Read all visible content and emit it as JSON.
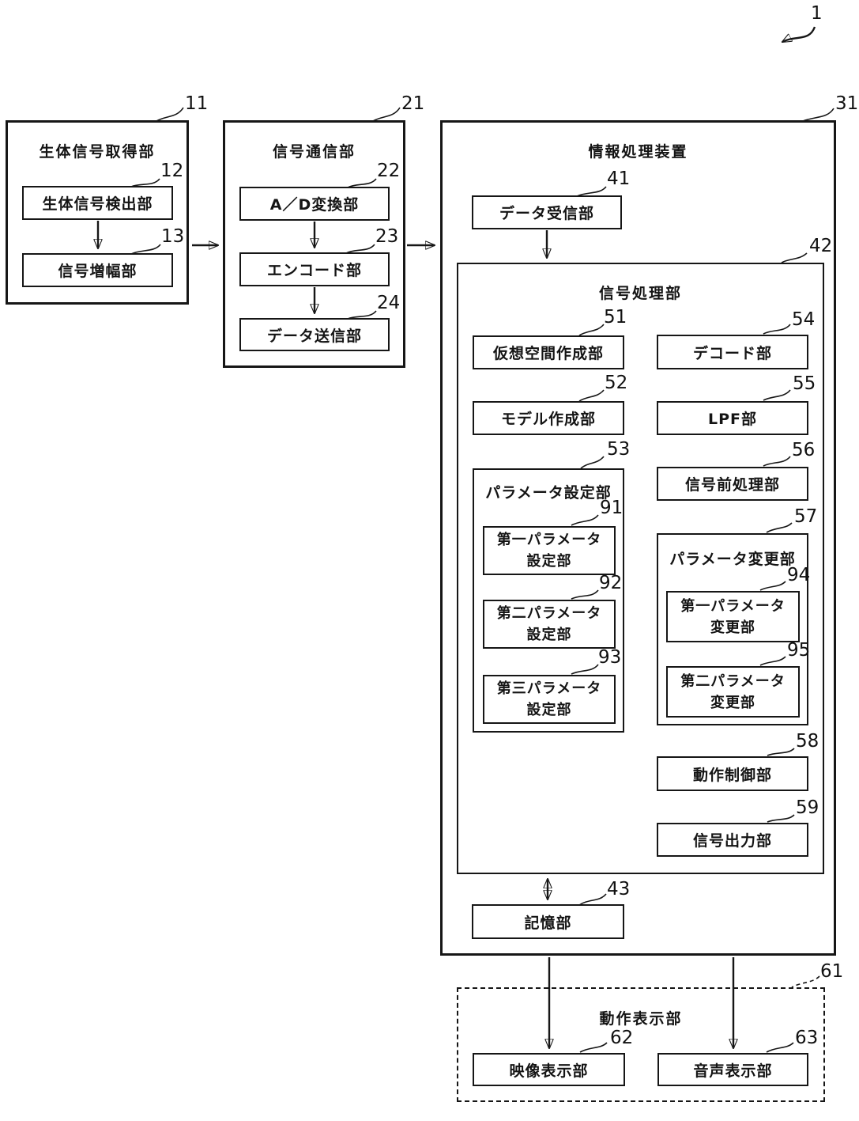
{
  "figure_ref": "1",
  "bio_unit": {
    "ref": "11",
    "title": "生体信号取得部",
    "detector": {
      "ref": "12",
      "label": "生体信号検出部"
    },
    "amplifier": {
      "ref": "13",
      "label": "信号増幅部"
    }
  },
  "comm_unit": {
    "ref": "21",
    "title": "信号通信部",
    "ad_converter": {
      "ref": "22",
      "label": "A／D変換部"
    },
    "encoder": {
      "ref": "23",
      "label": "エンコード部"
    },
    "data_transmitter": {
      "ref": "24",
      "label": "データ送信部"
    }
  },
  "info_device": {
    "ref": "31",
    "title": "情報処理装置",
    "data_receiver": {
      "ref": "41",
      "label": "データ受信部"
    },
    "signal_processor": {
      "ref": "42",
      "title": "信号処理部",
      "virtual_space_creator": {
        "ref": "51",
        "label": "仮想空間作成部"
      },
      "model_creator": {
        "ref": "52",
        "label": "モデル作成部"
      },
      "param_setter": {
        "ref": "53",
        "title": "パラメータ設定部",
        "first": {
          "ref": "91",
          "label": "第一パラメータ\n設定部"
        },
        "second": {
          "ref": "92",
          "label": "第二パラメータ\n設定部"
        },
        "third": {
          "ref": "93",
          "label": "第三パラメータ\n設定部"
        }
      },
      "decoder": {
        "ref": "54",
        "label": "デコード部"
      },
      "lpf": {
        "ref": "55",
        "label": "LPF部"
      },
      "signal_preprocessor": {
        "ref": "56",
        "label": "信号前処理部"
      },
      "param_changer": {
        "ref": "57",
        "title": "パラメータ変更部",
        "first": {
          "ref": "94",
          "label": "第一パラメータ\n変更部"
        },
        "second": {
          "ref": "95",
          "label": "第二パラメータ\n変更部"
        }
      },
      "motion_controller": {
        "ref": "58",
        "label": "動作制御部"
      },
      "signal_output": {
        "ref": "59",
        "label": "信号出力部"
      }
    },
    "storage": {
      "ref": "43",
      "label": "記憶部"
    }
  },
  "display_unit": {
    "ref": "61",
    "title": "動作表示部",
    "video_display": {
      "ref": "62",
      "label": "映像表示部"
    },
    "audio_display": {
      "ref": "63",
      "label": "音声表示部"
    }
  }
}
